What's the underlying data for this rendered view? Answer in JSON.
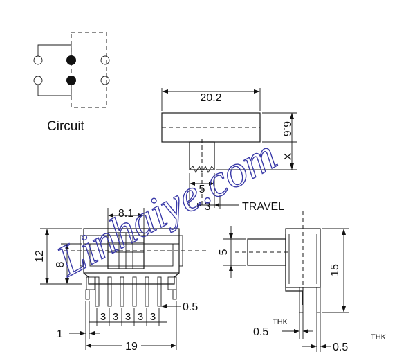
{
  "labels": {
    "circuit": "Circuit",
    "travel": "TRAVEL",
    "thk1": "THK",
    "thk2": "THK"
  },
  "dims": {
    "top_width": "20.2",
    "top_height": "6.6",
    "x_mark": "X",
    "stem_width": "5",
    "travel": "3",
    "body_offset": "8.1",
    "height_12": "12",
    "height_8": "8",
    "pitch_1": "3",
    "pitch_2": "3",
    "pitch_3": "3",
    "pitch_4": "3",
    "pitch_5": "3",
    "pin_gap": "0.5",
    "edge_1": "1",
    "total_19": "19",
    "side_5": "5",
    "side_15": "15",
    "thk_a": "0.5",
    "thk_b": "0.5"
  },
  "watermark": "Linhaiye.com",
  "colors": {
    "line": "#1a1a1a",
    "watermark": "#3a3aa8"
  }
}
